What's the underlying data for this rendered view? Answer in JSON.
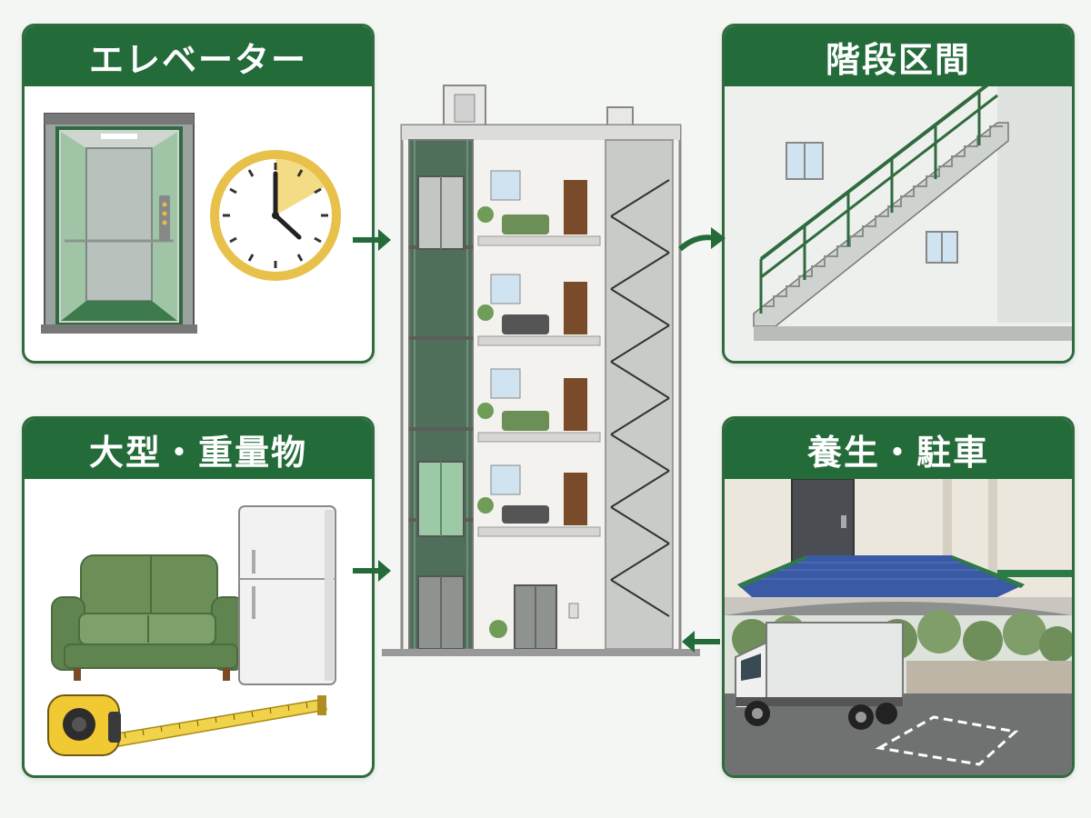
{
  "panels": {
    "elevator": {
      "title": "エレベーター",
      "icons": [
        "elevator-car-icon",
        "clock-icon"
      ]
    },
    "stairs": {
      "title": "階段区間",
      "icons": [
        "staircase-icon"
      ]
    },
    "bulky": {
      "title": "大型・重量物",
      "icons": [
        "sofa-icon",
        "refrigerator-icon",
        "tape-measure-icon"
      ]
    },
    "protect": {
      "title": "養生・駐車",
      "icons": [
        "floor-protection-icon",
        "truck-icon",
        "parking-space-icon"
      ]
    }
  },
  "center": {
    "icon": "apartment-building-cutaway-icon"
  },
  "colors": {
    "brand_green": "#246b3a",
    "sofa_green": "#6b8f57",
    "clock_yellow": "#e8c14a",
    "protection_blue": "#3b5aa6",
    "background": "#f3f6f2"
  }
}
